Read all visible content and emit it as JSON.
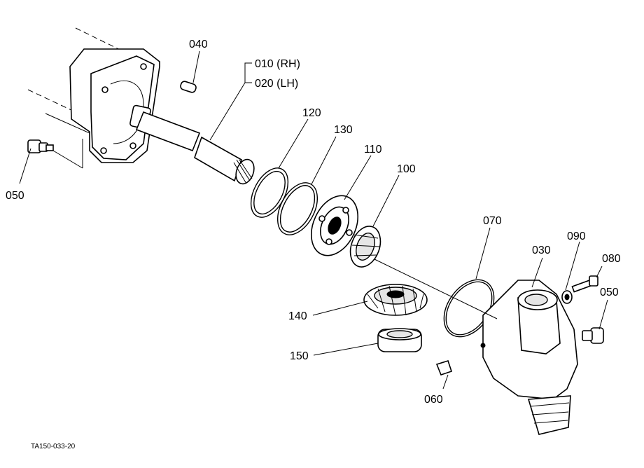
{
  "labels": {
    "p010": "010 (RH)",
    "p020": "020 (LH)",
    "p030": "030",
    "p040": "040",
    "p050a": "050",
    "p050b": "050",
    "p060": "060",
    "p070": "070",
    "p080": "080",
    "p090": "090",
    "p100": "100",
    "p110": "110",
    "p120": "120",
    "p130": "130",
    "p140": "140",
    "p150": "150"
  },
  "figure_code": "TA150-033-20"
}
